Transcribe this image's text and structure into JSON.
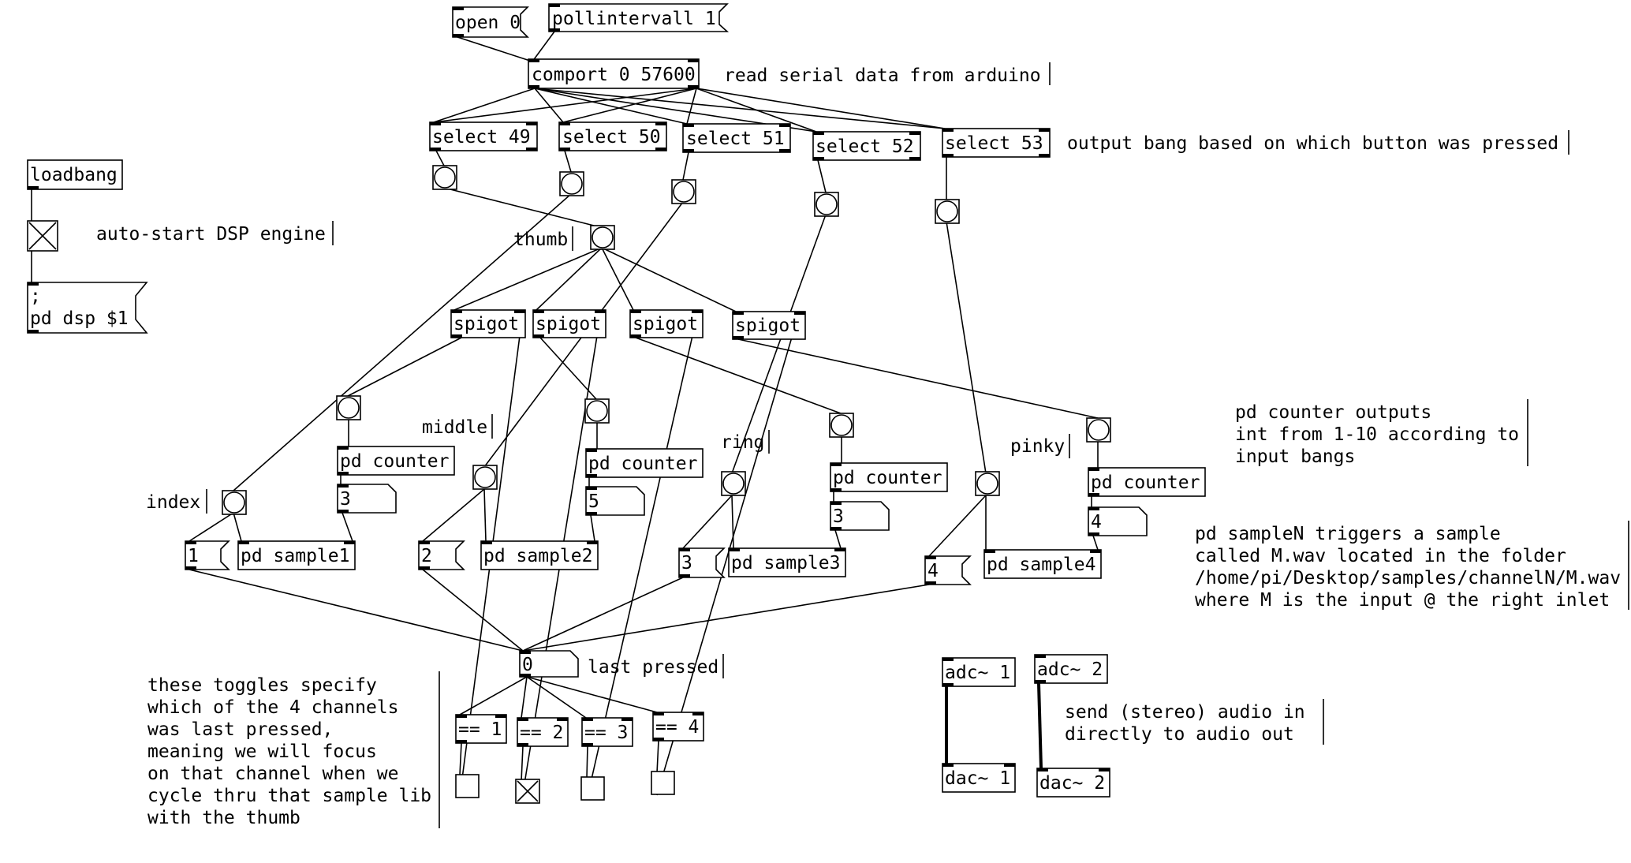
{
  "objects": {
    "open": "open 0",
    "poll": "pollintervall 1",
    "comport": "comport 0 57600",
    "sel49": "select 49",
    "sel50": "select 50",
    "sel51": "select 51",
    "sel52": "select 52",
    "sel53": "select 53",
    "loadbang": "loadbang",
    "dsp_line1": ";",
    "dsp_line2": "pd dsp $1",
    "spigot": "spigot",
    "counter": "pd counter",
    "sample1": "pd sample1",
    "sample2": "pd sample2",
    "sample3": "pd sample3",
    "sample4": "pd sample4",
    "eq1": "== 1",
    "eq2": "== 2",
    "eq3": "== 3",
    "eq4": "== 4",
    "adc1": "adc~ 1",
    "adc2": "adc~ 2",
    "dac1": "dac~ 1",
    "dac2": "dac~ 2"
  },
  "atoms": {
    "counter1_val": "3",
    "counter2_val": "5",
    "counter3_val": "3",
    "counter4_val": "4",
    "msg1": "1",
    "msg2": "2",
    "msg3": "3",
    "msg4": "4",
    "last_val": "0"
  },
  "toggles": {
    "dsp_toggle": true,
    "eq1_toggle": false,
    "eq2_toggle": true,
    "eq3_toggle": false,
    "eq4_toggle": false
  },
  "comments": {
    "serial": "read serial data from arduino",
    "bang": "output bang based on which button was pressed",
    "dsp": "auto-start DSP engine",
    "thumb": "thumb",
    "middle": "middle",
    "ring": "ring",
    "pinky": "pinky",
    "index": "index",
    "last": "last pressed",
    "counter_note": [
      "pd counter outputs",
      "int from 1-10 according to",
      "input bangs"
    ],
    "sample_note": [
      "pd sampleN triggers a sample",
      "called M.wav located in the folder",
      "/home/pi/Desktop/samples/channelN/M.wav",
      "where M is the input @ the right inlet"
    ],
    "toggles_note": [
      "these toggles specify",
      "which of the 4 channels",
      "was last pressed,",
      "meaning we will focus",
      "on that channel when we",
      "cycle thru that sample lib",
      "with the thumb"
    ],
    "audio_note": [
      "send (stereo) audio in",
      "directly to audio out"
    ]
  }
}
